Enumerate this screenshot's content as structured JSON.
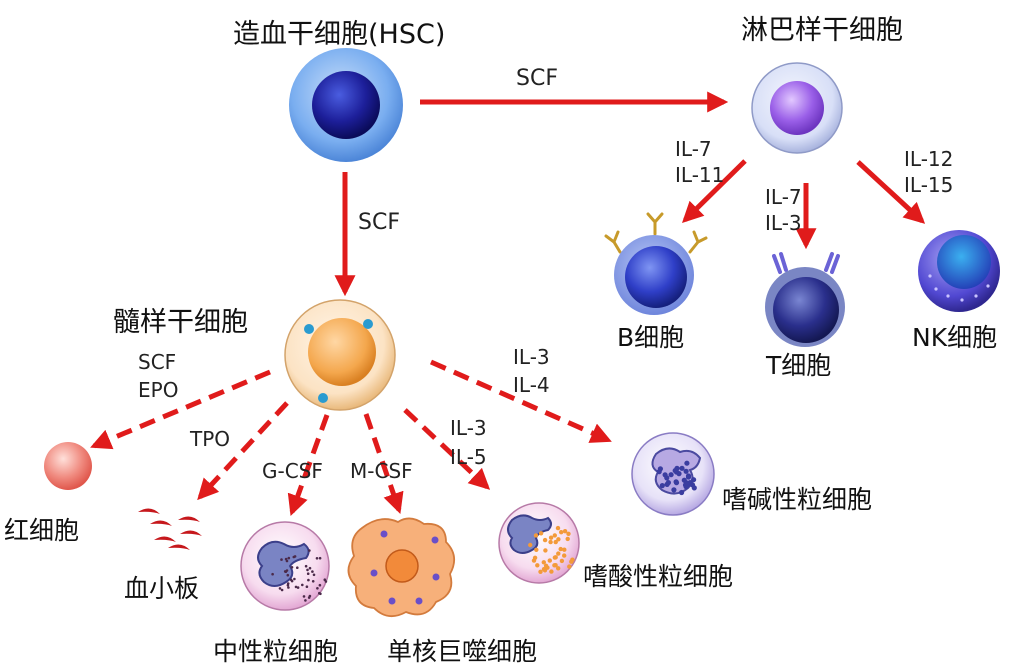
{
  "colors": {
    "arrow": "#e01b1b",
    "hsc_outer": "#7aaef0",
    "hsc_inner": "#1d1f9a",
    "lymph_outer": "#d8dff7",
    "lymph_inner": "#9a5fe8",
    "myeloid_outer": "#fce3c4",
    "myeloid_inner": "#f4a74d",
    "granule": "#2a9bd0",
    "rbc": "#f08b80",
    "platelet": "#c6181c"
  },
  "labels": {
    "hsc": "造血干细胞(HSC)",
    "lymphoid_stem": "淋巴样干细胞",
    "myeloid_stem": "髓样干细胞",
    "b_cell": "B细胞",
    "t_cell": "T细胞",
    "nk_cell": "NK细胞",
    "rbc": "红细胞",
    "platelet": "血小板",
    "neutrophil": "中性粒细胞",
    "monocyte": "单核巨噬细胞",
    "eosinophil": "嗜酸性粒细胞",
    "basophil": "嗜碱性粒细胞"
  },
  "cytokines": {
    "hsc_to_lymph": "SCF",
    "hsc_to_myeloid": "SCF",
    "b_1": "IL-7",
    "b_2": "IL-11",
    "t_1": "IL-7",
    "t_2": "IL-3",
    "nk_1": "IL-12",
    "nk_2": "IL-15",
    "rbc_1": "SCF",
    "rbc_2": "EPO",
    "platelet": "TPO",
    "neutrophil": "G-CSF",
    "monocyte": "M-CSF",
    "eos_1": "IL-3",
    "eos_2": "IL-5",
    "baso_1": "IL-3",
    "baso_2": "IL-4"
  }
}
